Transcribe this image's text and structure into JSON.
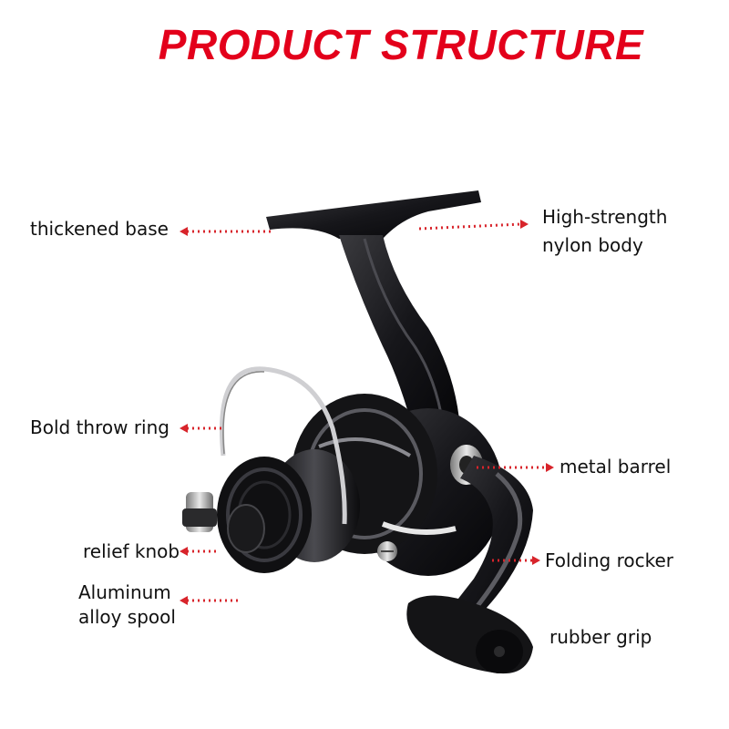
{
  "title": "PRODUCT STRUCTURE",
  "colors": {
    "title": "#e3001b",
    "leader": "#d8242b",
    "reel_body": "#1a1a1c"
  },
  "labels": {
    "thickened_base": "thickened base",
    "high_strength_line1": "High-strength",
    "high_strength_line2": "nylon body",
    "bold_throw_ring": "Bold throw ring",
    "metal_barrel": "metal barrel",
    "relief_knob": "relief knob",
    "folding_rocker": "Folding rocker",
    "aluminum_spool_line1": "Aluminum",
    "aluminum_spool_line2": "alloy spool",
    "rubber_grip": "rubber grip"
  }
}
